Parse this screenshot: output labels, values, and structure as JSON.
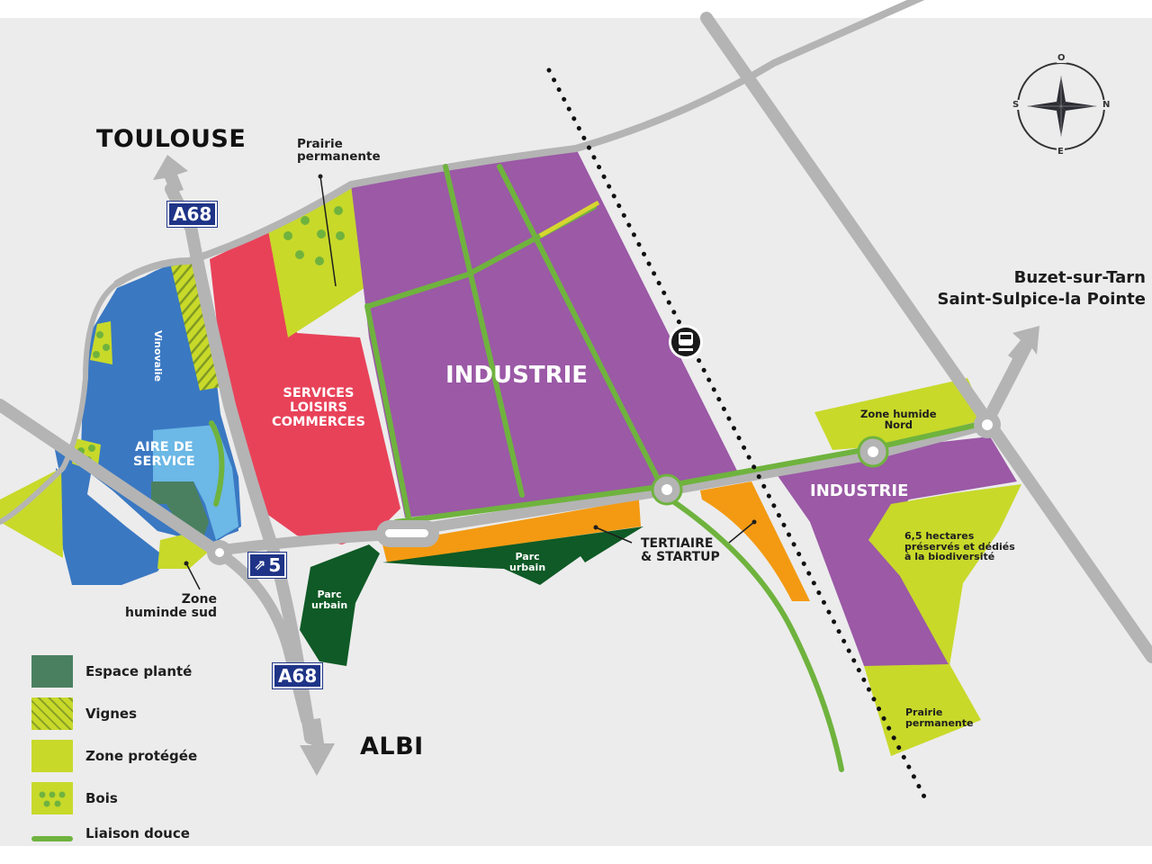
{
  "map": {
    "cities": {
      "toulouse": "TOULOUSE",
      "albi": "ALBI",
      "buzet": "Buzet-sur-Tarn",
      "saint_sulpice": "Saint-Sulpice-la Pointe"
    },
    "road_signs": {
      "a68_north": "A68",
      "a68_south": "A68",
      "exit_number": "5"
    },
    "zones": {
      "industrie_main": "INDUSTRIE",
      "industrie_east": "INDUSTRIE",
      "services": [
        "SERVICES",
        "LOISIRS",
        "COMMERCES"
      ],
      "aire_service": [
        "AIRE DE",
        "SERVICE"
      ],
      "vinovalie": "Vinovalie",
      "parc_urbain_west": [
        "Parc",
        "urbain"
      ],
      "parc_urbain_south": [
        "Parc",
        "urbain"
      ],
      "tertiaire": [
        "TERTIAIRE",
        "& STARTUP"
      ],
      "prairie_north": [
        "Prairie",
        "permanente"
      ],
      "prairie_south": [
        "Prairie",
        "permanente"
      ],
      "zone_humide_nord": [
        "Zone humide",
        "Nord"
      ],
      "zone_humide_sud": [
        "Zone",
        "huminde sud"
      ],
      "biodiversite": [
        "6,5 hectares",
        "préservés et dédiés",
        "à la biodiversité"
      ]
    },
    "compass": {
      "north": "N",
      "south": "S",
      "east": "E",
      "west": "O"
    },
    "colors": {
      "background": "#ececec",
      "road": "#b4b4b4",
      "industrie": "#9b59a6",
      "services": "#e84259",
      "aire_blue": "#3a78c2",
      "aire_light_blue": "#6cb8e6",
      "zone_protegee": "#c8d92a",
      "espace_plante": "#4a8060",
      "parc_urbain": "#0f5a26",
      "tertiaire": "#f39a12",
      "liaison_douce": "#6fb33e",
      "sign_blue": "#1f3487"
    }
  },
  "legend": {
    "items": [
      {
        "label": "Espace planté",
        "type": "espace_plante"
      },
      {
        "label": "Vignes",
        "type": "vignes"
      },
      {
        "label": "Zone protégée",
        "type": "zone_protegee"
      },
      {
        "label": "Bois",
        "type": "bois"
      },
      {
        "label": "Liaison douce",
        "type": "liaison_douce"
      }
    ]
  }
}
